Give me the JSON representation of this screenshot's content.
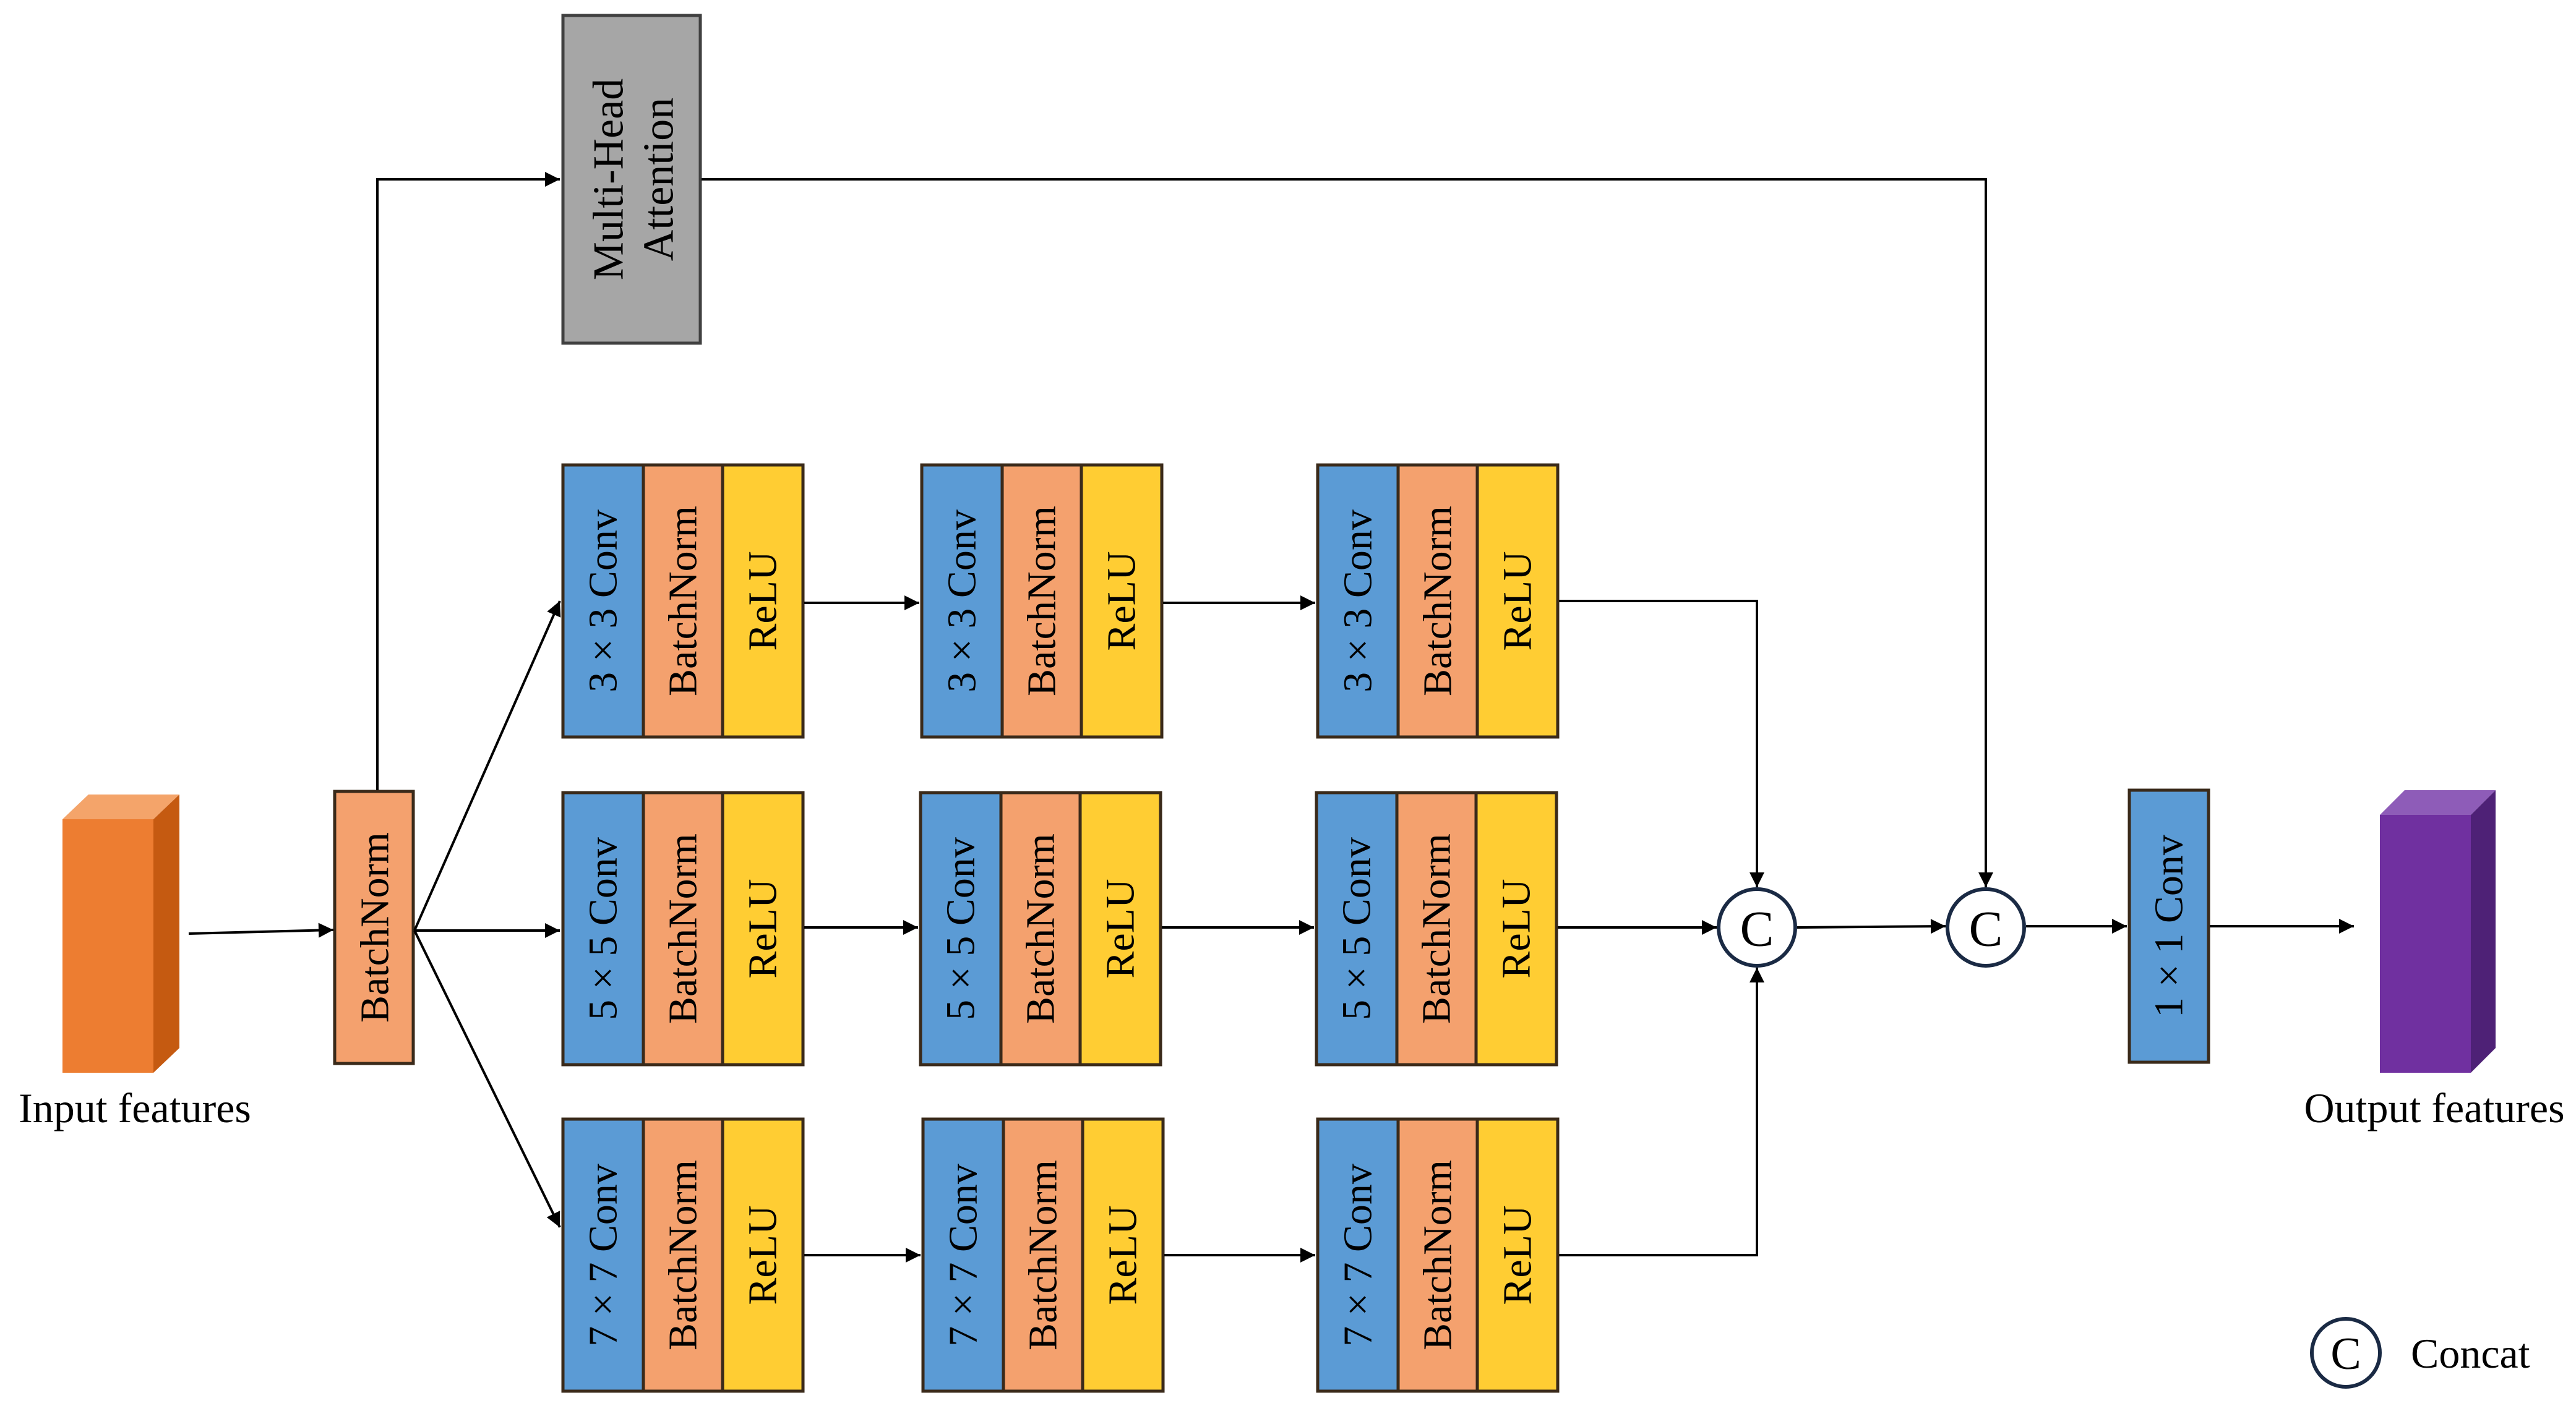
{
  "labels": {
    "input": "Input features",
    "output": "Output features",
    "attention_line1": "Multi-Head",
    "attention_line2": "Attention",
    "batchnorm": "BatchNorm",
    "relu": "ReLU",
    "final_conv": "1 × 1 Conv",
    "concat_symbol": "C",
    "legend_concat": "Concat"
  },
  "branches": [
    {
      "conv": "3 × 3 Conv"
    },
    {
      "conv": "5 × 5 Conv"
    },
    {
      "conv": "7 × 7 Conv"
    }
  ],
  "colors": {
    "input_front": "#ED7D31",
    "input_side": "#C55A11",
    "input_top": "#F4A46A",
    "conv": "#5B9BD5",
    "batchnorm": "#F4A16E",
    "relu": "#FFCD33",
    "attention": "#A6A6A6",
    "output_front": "#7030A0",
    "output_side": "#4E2176",
    "output_top": "#8E5CB8"
  }
}
